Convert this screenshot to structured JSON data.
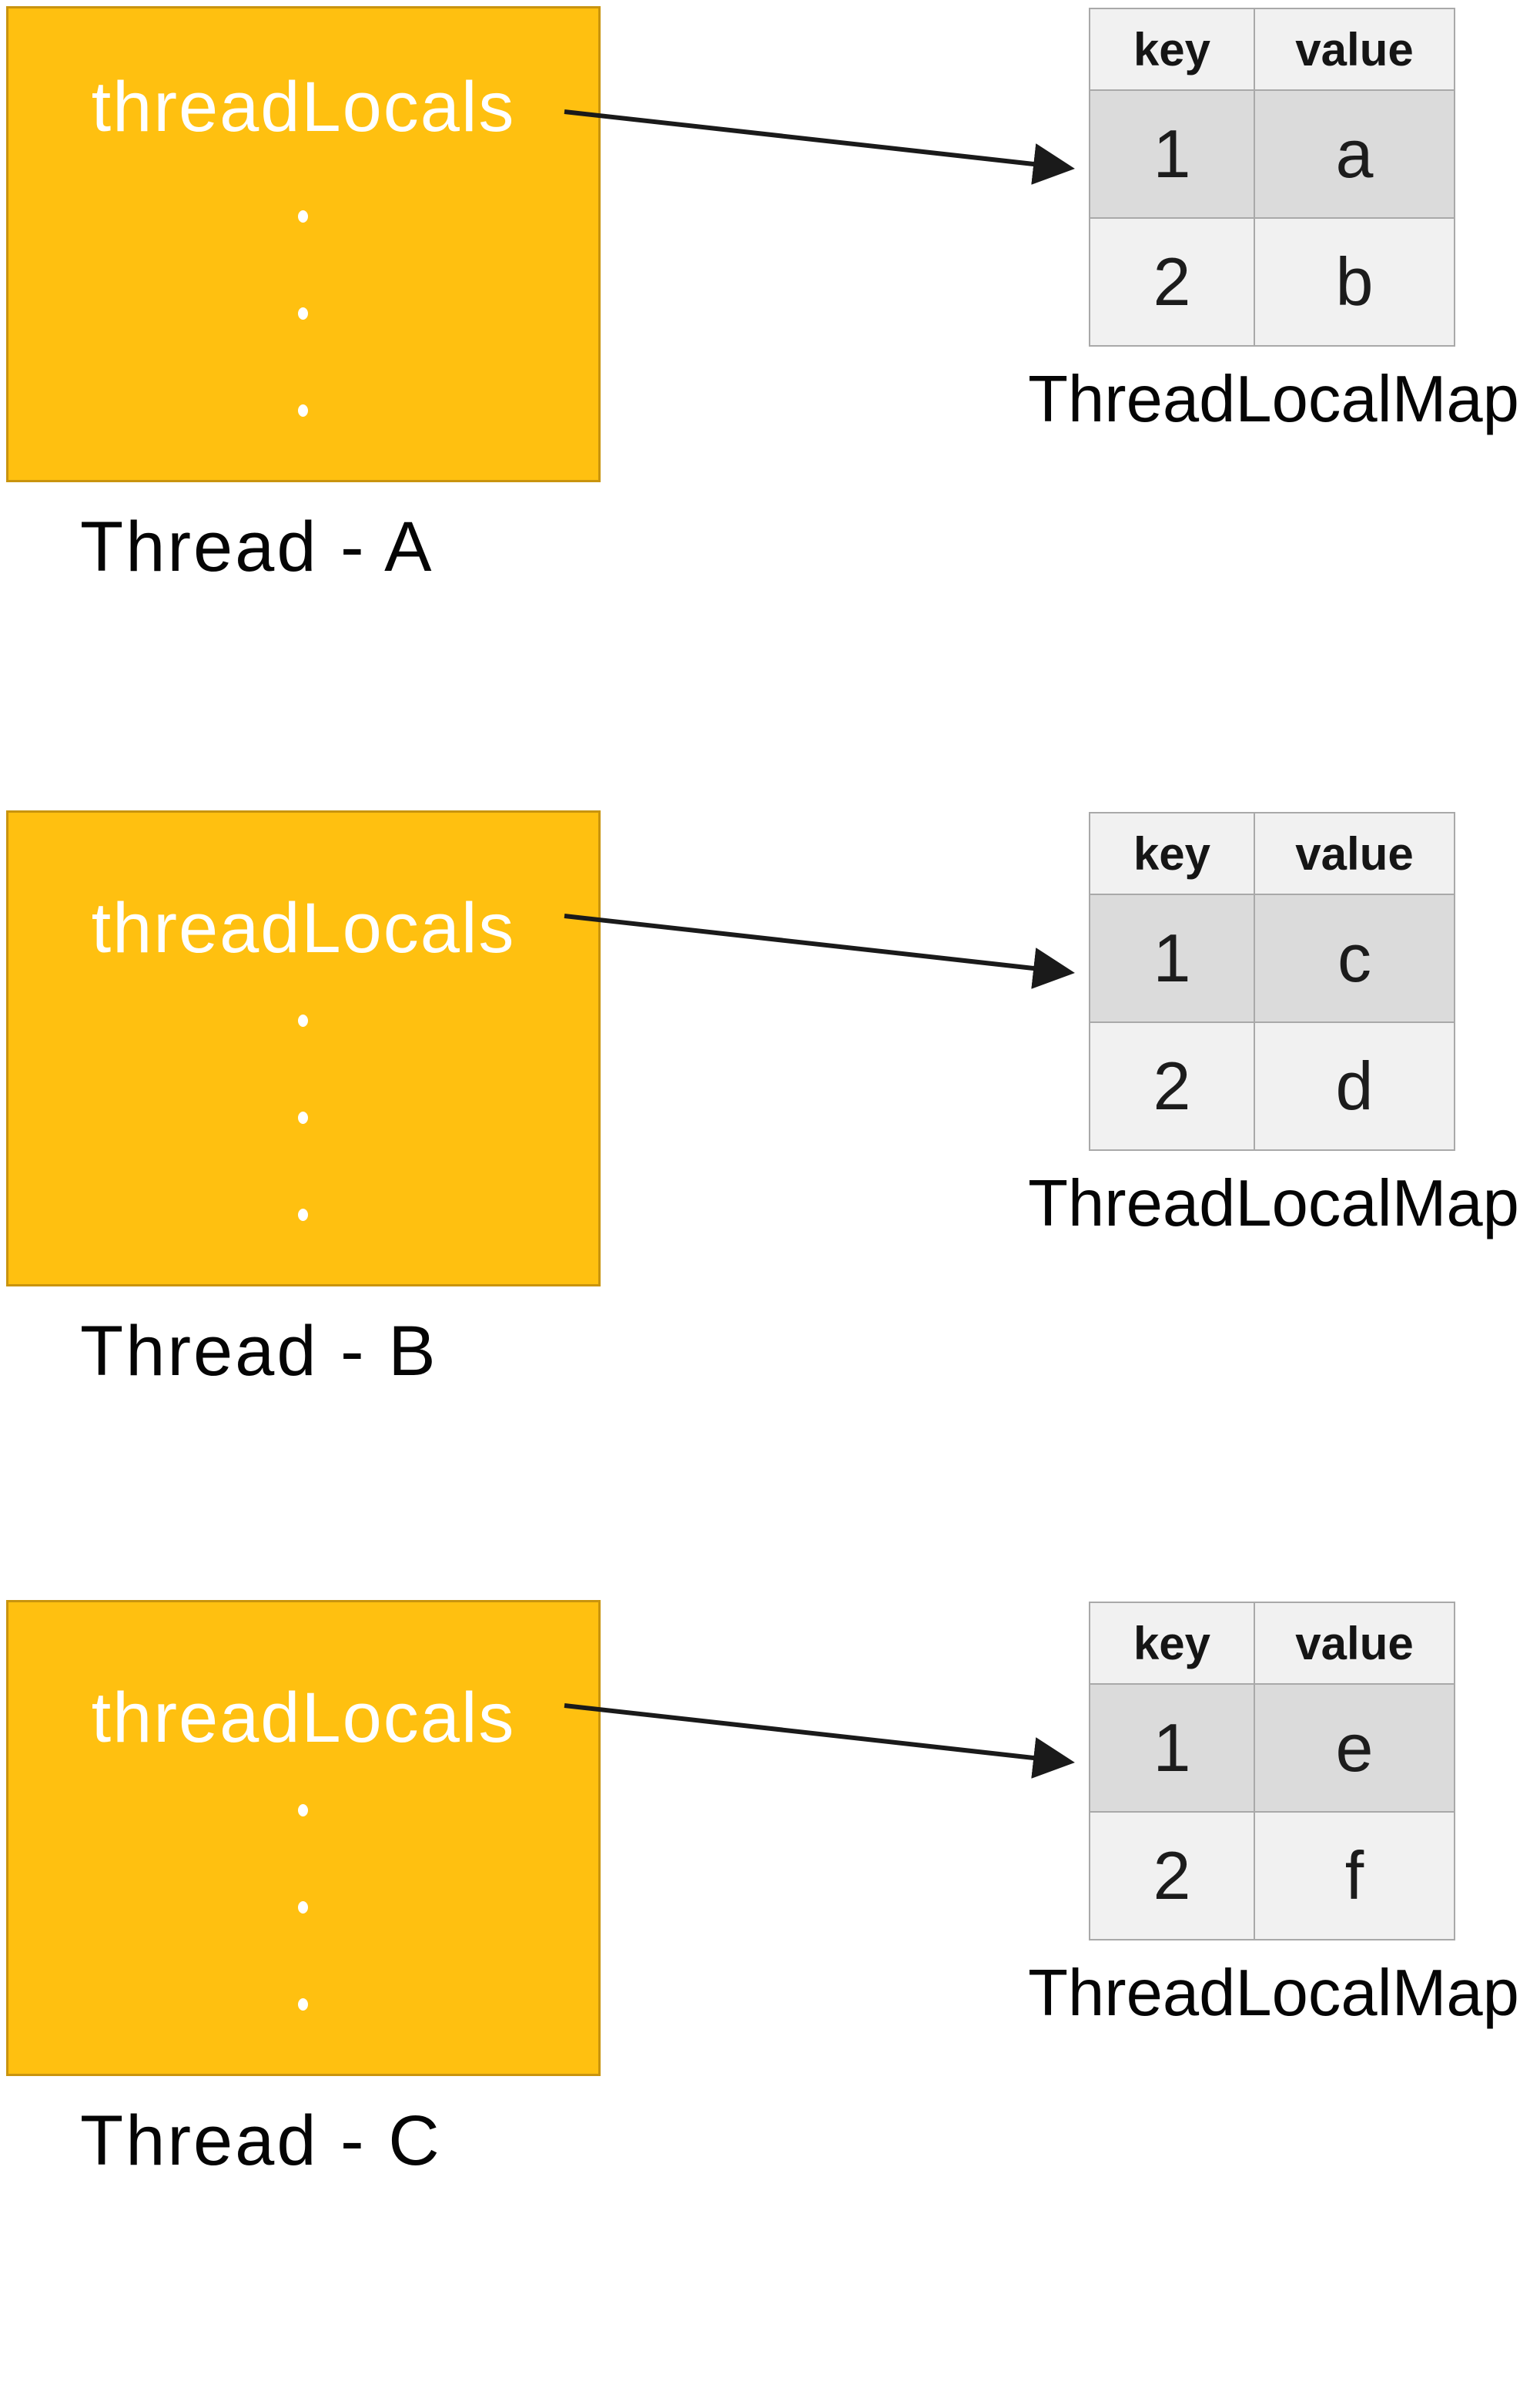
{
  "diagram": {
    "title_present": false,
    "ellipsis_dots_per_box": 3,
    "colors": {
      "background": "#FFFFFF",
      "box_fill": "#FFC010",
      "box_border": "#C9940E",
      "box_text": "#FFFFFF",
      "arrow": "#1A1A1A",
      "table_border": "#A9A9A9",
      "table_header_bg": "#F1F1F1",
      "table_row_highlight_bg": "#DBDBDB",
      "table_row_bg": "#F1F1F1",
      "caption_text": "#050505"
    },
    "threads": [
      {
        "box_label": "threadLocals",
        "thread_label": "Thread - A",
        "map_label": "ThreadLocalMap",
        "table": {
          "headers": [
            "key",
            "value"
          ],
          "rows": [
            [
              "1",
              "a"
            ],
            [
              "2",
              "b"
            ]
          ]
        }
      },
      {
        "box_label": "threadLocals",
        "thread_label": "Thread - B",
        "map_label": "ThreadLocalMap",
        "table": {
          "headers": [
            "key",
            "value"
          ],
          "rows": [
            [
              "1",
              "c"
            ],
            [
              "2",
              "d"
            ]
          ]
        }
      },
      {
        "box_label": "threadLocals",
        "thread_label": "Thread - C",
        "map_label": "ThreadLocalMap",
        "table": {
          "headers": [
            "key",
            "value"
          ],
          "rows": [
            [
              "1",
              "e"
            ],
            [
              "2",
              "f"
            ]
          ]
        }
      }
    ]
  }
}
